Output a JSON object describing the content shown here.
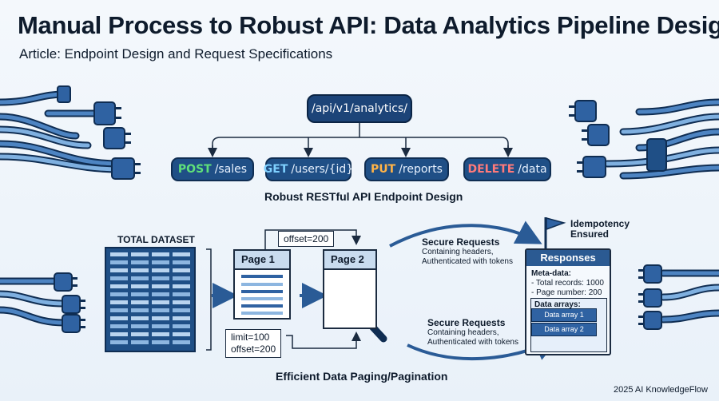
{
  "title": "Manual Process to Robust API: Data Analytics Pipeline Design",
  "subtitle": "Article: Endpoint Design and Request Specifications",
  "api": {
    "root": "/api/v1/analytics/",
    "endpoints": [
      {
        "method": "POST",
        "path": "/sales",
        "color": "#5fe07a"
      },
      {
        "method": "GET",
        "path": "/users/{id}",
        "color": "#7fd0ff"
      },
      {
        "method": "PUT",
        "path": "/reports",
        "color": "#ffb347"
      },
      {
        "method": "DELETE",
        "path": "/data",
        "color": "#ff7a7a"
      }
    ],
    "caption": "Robust RESTful API Endpoint Design"
  },
  "paging": {
    "dataset_label": "TOTAL DATASET",
    "offset_top": "offset=200",
    "page1": "Page 1",
    "page2": "Page 2",
    "params_line1": "limit=100",
    "params_line2": "offset=200",
    "caption": "Efficient Data Paging/Pagination"
  },
  "secure_top": {
    "title": "Secure Requests",
    "line1": "Containing headers,",
    "line2": "Authenticated with tokens"
  },
  "secure_bottom": {
    "title": "Secure Requests",
    "line1": "Containing headers,",
    "line2": "Authenticated with tokens"
  },
  "idempotency": {
    "line1": "Idempotency",
    "line2": "Ensured"
  },
  "responses": {
    "title": "Responses",
    "meta_title": "Meta-data:",
    "meta_line1": "- Total records: 1000",
    "meta_line2": "- Page number: 200",
    "arrays_title": "Data arrays:",
    "array1": "Data array 1",
    "array2": "Data array 2"
  },
  "footer": "2025 AI KnowledgeFlow",
  "colors": {
    "navy": "#1f4f86",
    "dark": "#0f2d52",
    "light_blue": "#5b8fc8",
    "accent": "#2f62a2"
  }
}
